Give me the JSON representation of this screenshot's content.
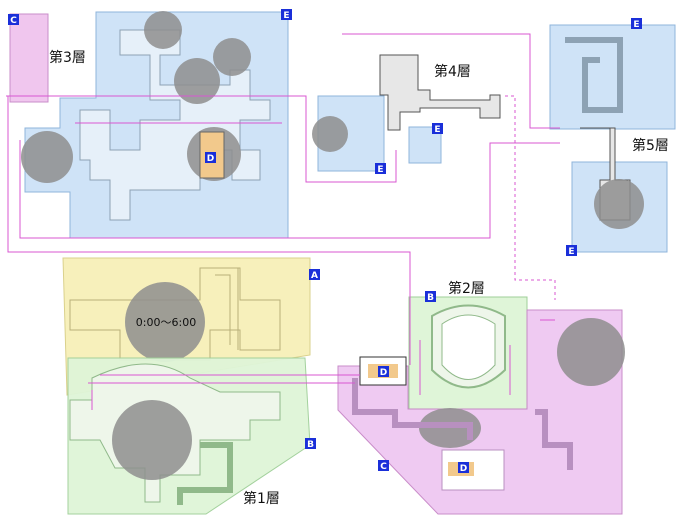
{
  "floors": {
    "f1": "第1層",
    "f2": "第2層",
    "f3": "第3層",
    "f4": "第4層",
    "f5": "第5層"
  },
  "markers": {
    "a": "A",
    "b": "B",
    "c": "C",
    "d": "D",
    "e": "E"
  },
  "time_window": "0:00～6:00",
  "colors": {
    "zone_blue": "#cfe3f7",
    "zone_yellow": "#f7f0b8",
    "zone_green": "#dff5d8",
    "zone_purple": "#efc8f2",
    "zone_pink": "#f0c4ee",
    "wall_fill": "#eef2f6",
    "wall_stroke": "#8da2b4",
    "route_line": "#d957d2",
    "dark_circle": "#8e8e8e",
    "badge_blue": "#1a2fd9",
    "key_tile": "#f2c98c"
  }
}
